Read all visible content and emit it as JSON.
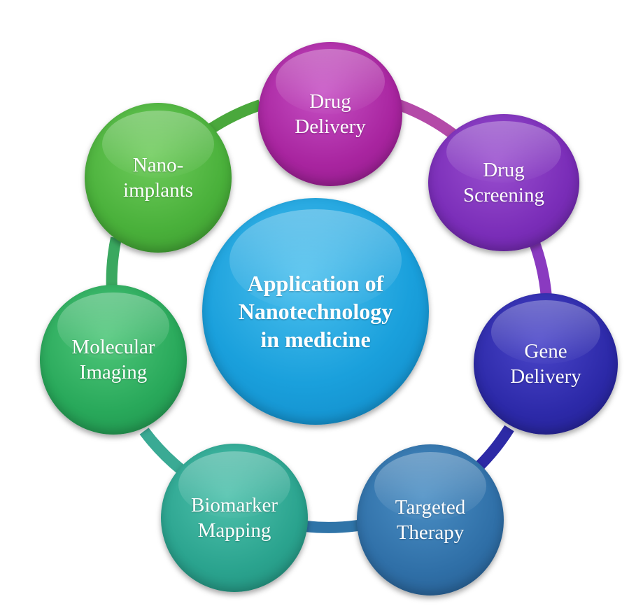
{
  "diagram": {
    "center_label": "Application of\nNanotechnology\nin medicine",
    "nodes": [
      {
        "id": "drug-delivery",
        "label": "Drug\nDelivery",
        "color": "#a8249f"
      },
      {
        "id": "drug-screening",
        "label": "Drug\nScreening",
        "color": "#7a2db8"
      },
      {
        "id": "gene-delivery",
        "label": "Gene\nDelivery",
        "color": "#2c29a8"
      },
      {
        "id": "targeted-therapy",
        "label": "Targeted\nTherapy",
        "color": "#2f6fa7"
      },
      {
        "id": "biomarker-mapping",
        "label": "Biomarker\nMapping",
        "color": "#2aa38e"
      },
      {
        "id": "molecular-imaging",
        "label": "Molecular\nImaging",
        "color": "#28a85a"
      },
      {
        "id": "nano-implants",
        "label": "Nano-\nimplants",
        "color": "#49b03a"
      }
    ],
    "center_color": "#1aa0dc"
  }
}
